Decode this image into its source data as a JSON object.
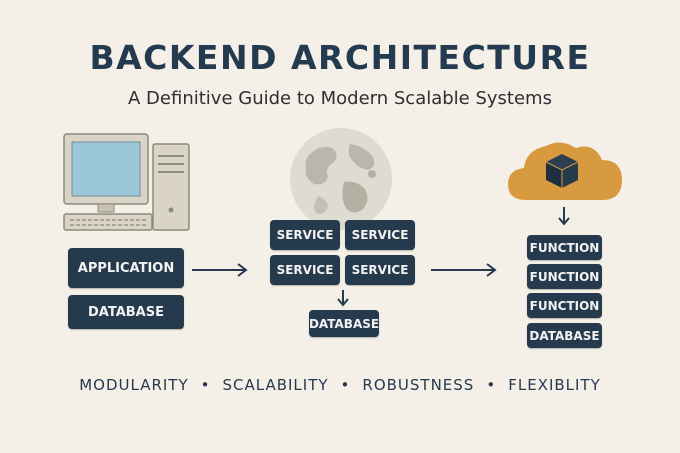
{
  "header": {
    "title": "BACKEND ARCHITECTURE",
    "subtitle": "A Definitive Guide to Modern Scalable Systems"
  },
  "monolith": {
    "icon": "desktop-computer-icon",
    "boxes": [
      "APPLICATION",
      "DATABASE"
    ]
  },
  "microservices": {
    "icon": "globe-icon",
    "services": [
      "SERVICE",
      "SERVICE",
      "SERVICE",
      "SERVICE"
    ],
    "database": "DATABASE"
  },
  "serverless": {
    "icon": "cloud-cube-icon",
    "functions": [
      "FUNCTION",
      "FUNCTION",
      "FUNCTION"
    ],
    "database": "DATABASE"
  },
  "footer": {
    "items": [
      "MODULARITY",
      "SCALABILITY",
      "ROBUSTNESS",
      "FLEXIBLITY"
    ],
    "separator": "•"
  },
  "colors": {
    "background": "#f4efe7",
    "box": "#263a4e",
    "title": "#243a4f",
    "cloud": "#d89a3e"
  }
}
